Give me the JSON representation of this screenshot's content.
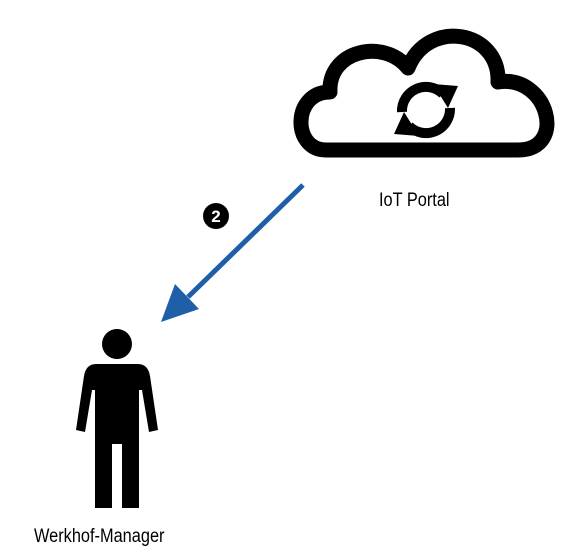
{
  "diagram": {
    "nodes": {
      "cloud": {
        "label": "IoT Portal",
        "icon": "cloud-sync-icon"
      },
      "person": {
        "label": "Werkhof-Manager",
        "icon": "person-icon"
      }
    },
    "edge": {
      "step_number": "2",
      "from": "cloud",
      "to": "person"
    }
  },
  "colors": {
    "arrow": "#1f5fa8",
    "icon": "#000000",
    "background": "#ffffff"
  }
}
